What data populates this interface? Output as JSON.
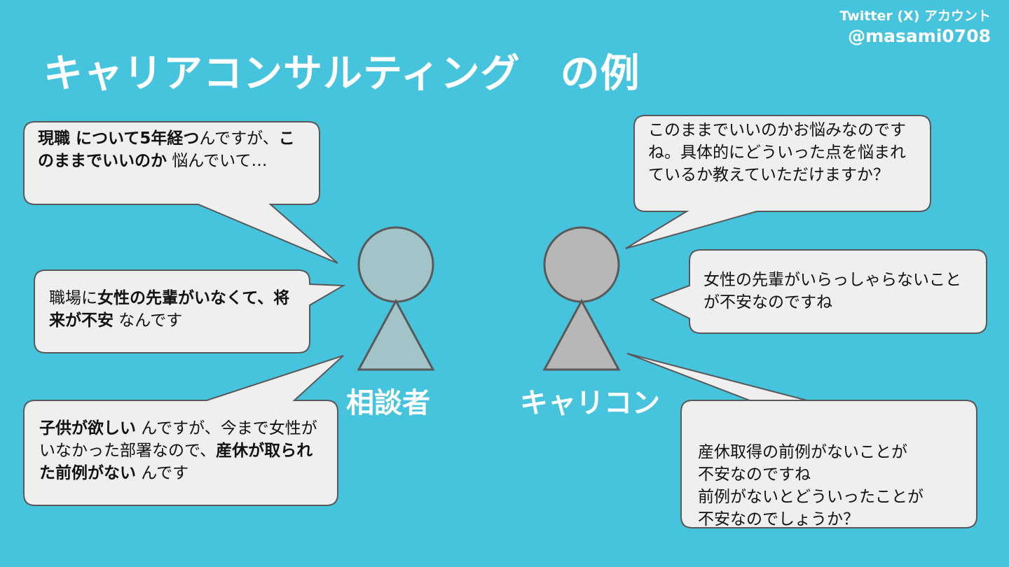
{
  "header": {
    "account_label": "Twitter (X) アカウント",
    "account_handle": "@masami0708"
  },
  "title": "キャリアコンサルティング　の例",
  "client": {
    "label": "相談者",
    "bubbles": [
      {
        "segments": [
          {
            "text": "現職 について5年経つ",
            "bold": true
          },
          {
            "text": "んですが、",
            "bold": false
          },
          {
            "text": "このままでいいのか",
            "bold": true
          },
          {
            "text": " 悩んでいて…",
            "bold": false
          }
        ]
      },
      {
        "segments": [
          {
            "text": "職場に",
            "bold": false
          },
          {
            "text": "女性の先輩がいなくて、将来が不安",
            "bold": true
          },
          {
            "text": " なんです",
            "bold": false
          }
        ]
      },
      {
        "segments": [
          {
            "text": "子供が欲しい",
            "bold": true
          },
          {
            "text": " んですが、今まで女性がいなかった部署なので、",
            "bold": false
          },
          {
            "text": "産休が取られた前例がない",
            "bold": true
          },
          {
            "text": " んです",
            "bold": false
          }
        ]
      }
    ]
  },
  "consultant": {
    "label": "キャリコン",
    "bubbles": [
      {
        "segments": [
          {
            "text": "このままでいいのかお悩みなのですね。具体的にどういった点を悩まれているか教えていただけますか？",
            "bold": false
          }
        ]
      },
      {
        "segments": [
          {
            "text": "女性の先輩がいらっしゃらないことが不安なのですね",
            "bold": false
          }
        ]
      },
      {
        "segments": [
          {
            "text": "産休取得の前例がないことが\n不安なのですね\n前例がないとどういったことが\n不安なのでしょうか？",
            "bold": false
          }
        ]
      }
    ]
  },
  "colors": {
    "background": "#46c3dd",
    "bubble_fill": "#efefef",
    "bubble_stroke": "#595959",
    "client_figure": "#a2c4c9",
    "consultant_figure": "#b7b7b7"
  }
}
